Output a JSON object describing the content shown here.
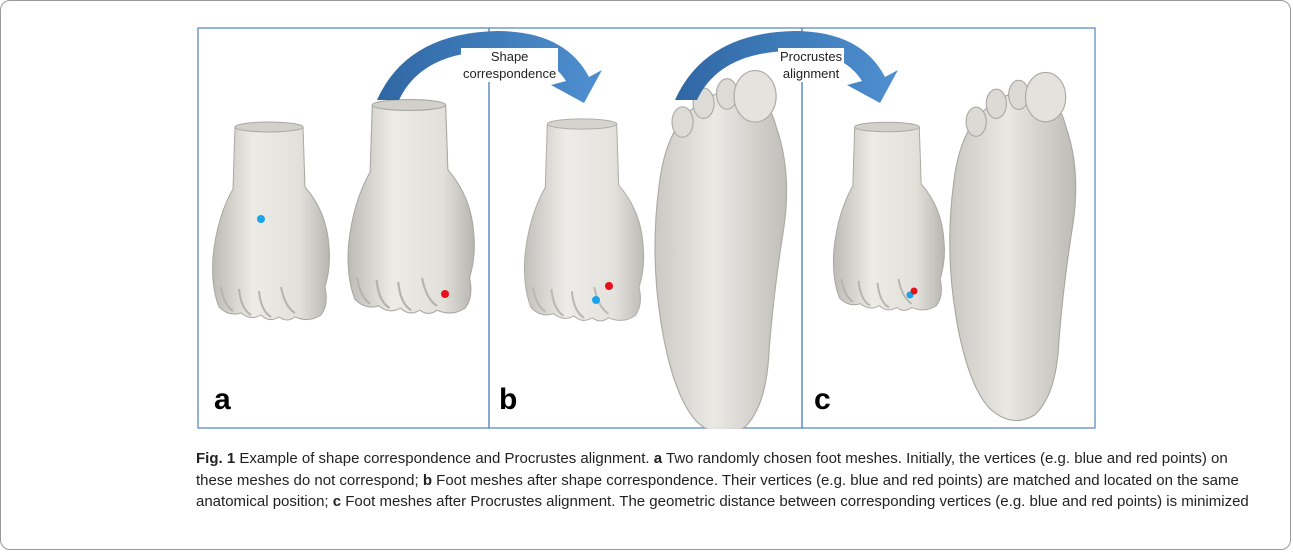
{
  "figure": {
    "panels": [
      {
        "letter": "a"
      },
      {
        "letter": "b"
      },
      {
        "letter": "c"
      }
    ],
    "arrows": [
      {
        "label_line1": "Shape",
        "label_line2": "correspondence"
      },
      {
        "label_line1": "Procrustes",
        "label_line2": "alignment"
      }
    ],
    "colors": {
      "panel_border": "#4f81bd",
      "arrow": "#3a78b5",
      "mesh": "#e4e2dc",
      "blue_point": "#1aa3e8",
      "red_point": "#e5101a"
    }
  },
  "caption": {
    "fig_label": "Fig. 1",
    "intro": " Example of shape correspondence and Procrustes alignment. ",
    "a_label": "a",
    "a_text": " Two randomly chosen foot meshes. Initially, the vertices (e.g. blue and red points) on these meshes do not correspond; ",
    "b_label": "b",
    "b_text": " Foot meshes after shape correspondence. Their vertices (e.g. blue and red points) are matched and located on the same anatomical position; ",
    "c_label": "c",
    "c_text": " Foot meshes after Procrustes alignment. The geometric distance between corresponding vertices (e.g. blue and red points) is minimized"
  }
}
